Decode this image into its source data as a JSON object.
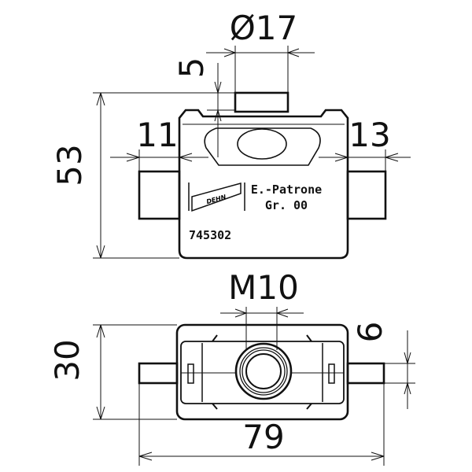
{
  "dimensions": {
    "diameter": "Ø17",
    "stem_height": "5",
    "left_pin": "11",
    "right_pin": "13",
    "height": "53",
    "thread": "M10",
    "depth": "30",
    "pin_diameter": "6",
    "overall_width": "79"
  },
  "part_labels": {
    "line1": "E.-Patrone",
    "line2": "Gr. 00",
    "article_number": "745302",
    "logo": "DEHN"
  }
}
